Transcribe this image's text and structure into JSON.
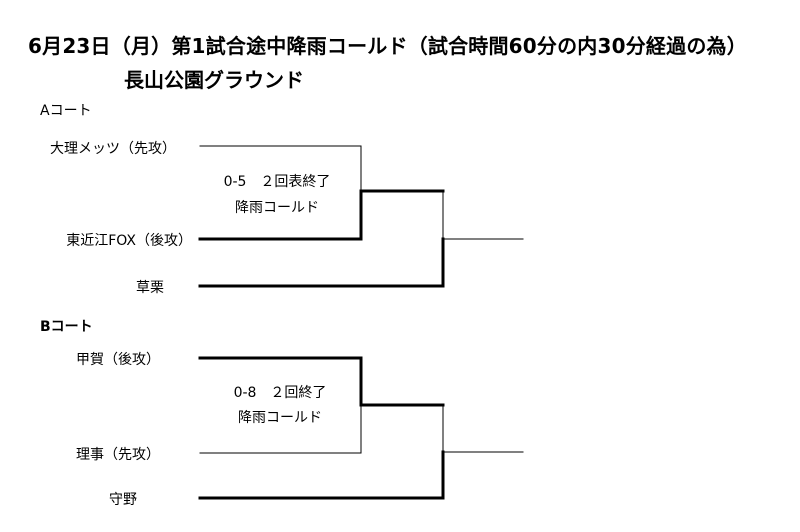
{
  "header": {
    "title": "6月23日（月）第1試合途中降雨コールド（試合時間60分の内30分経過の為）",
    "venue": "長山公園グラウンド"
  },
  "courts": [
    {
      "label": "Aコート",
      "teams": [
        "大理メッツ（先攻）",
        "東近江FOX（後攻）",
        "草栗"
      ],
      "result": {
        "score": "0-5　２回表終了",
        "note": "降雨コールド"
      }
    },
    {
      "label": "Bコート",
      "teams": [
        "甲賀（後攻）",
        "理事（先攻）",
        "守野"
      ],
      "result": {
        "score": "0-8　２回終了",
        "note": "降雨コールド"
      }
    }
  ],
  "colors": {
    "line": "#000000",
    "background": "#ffffff"
  }
}
